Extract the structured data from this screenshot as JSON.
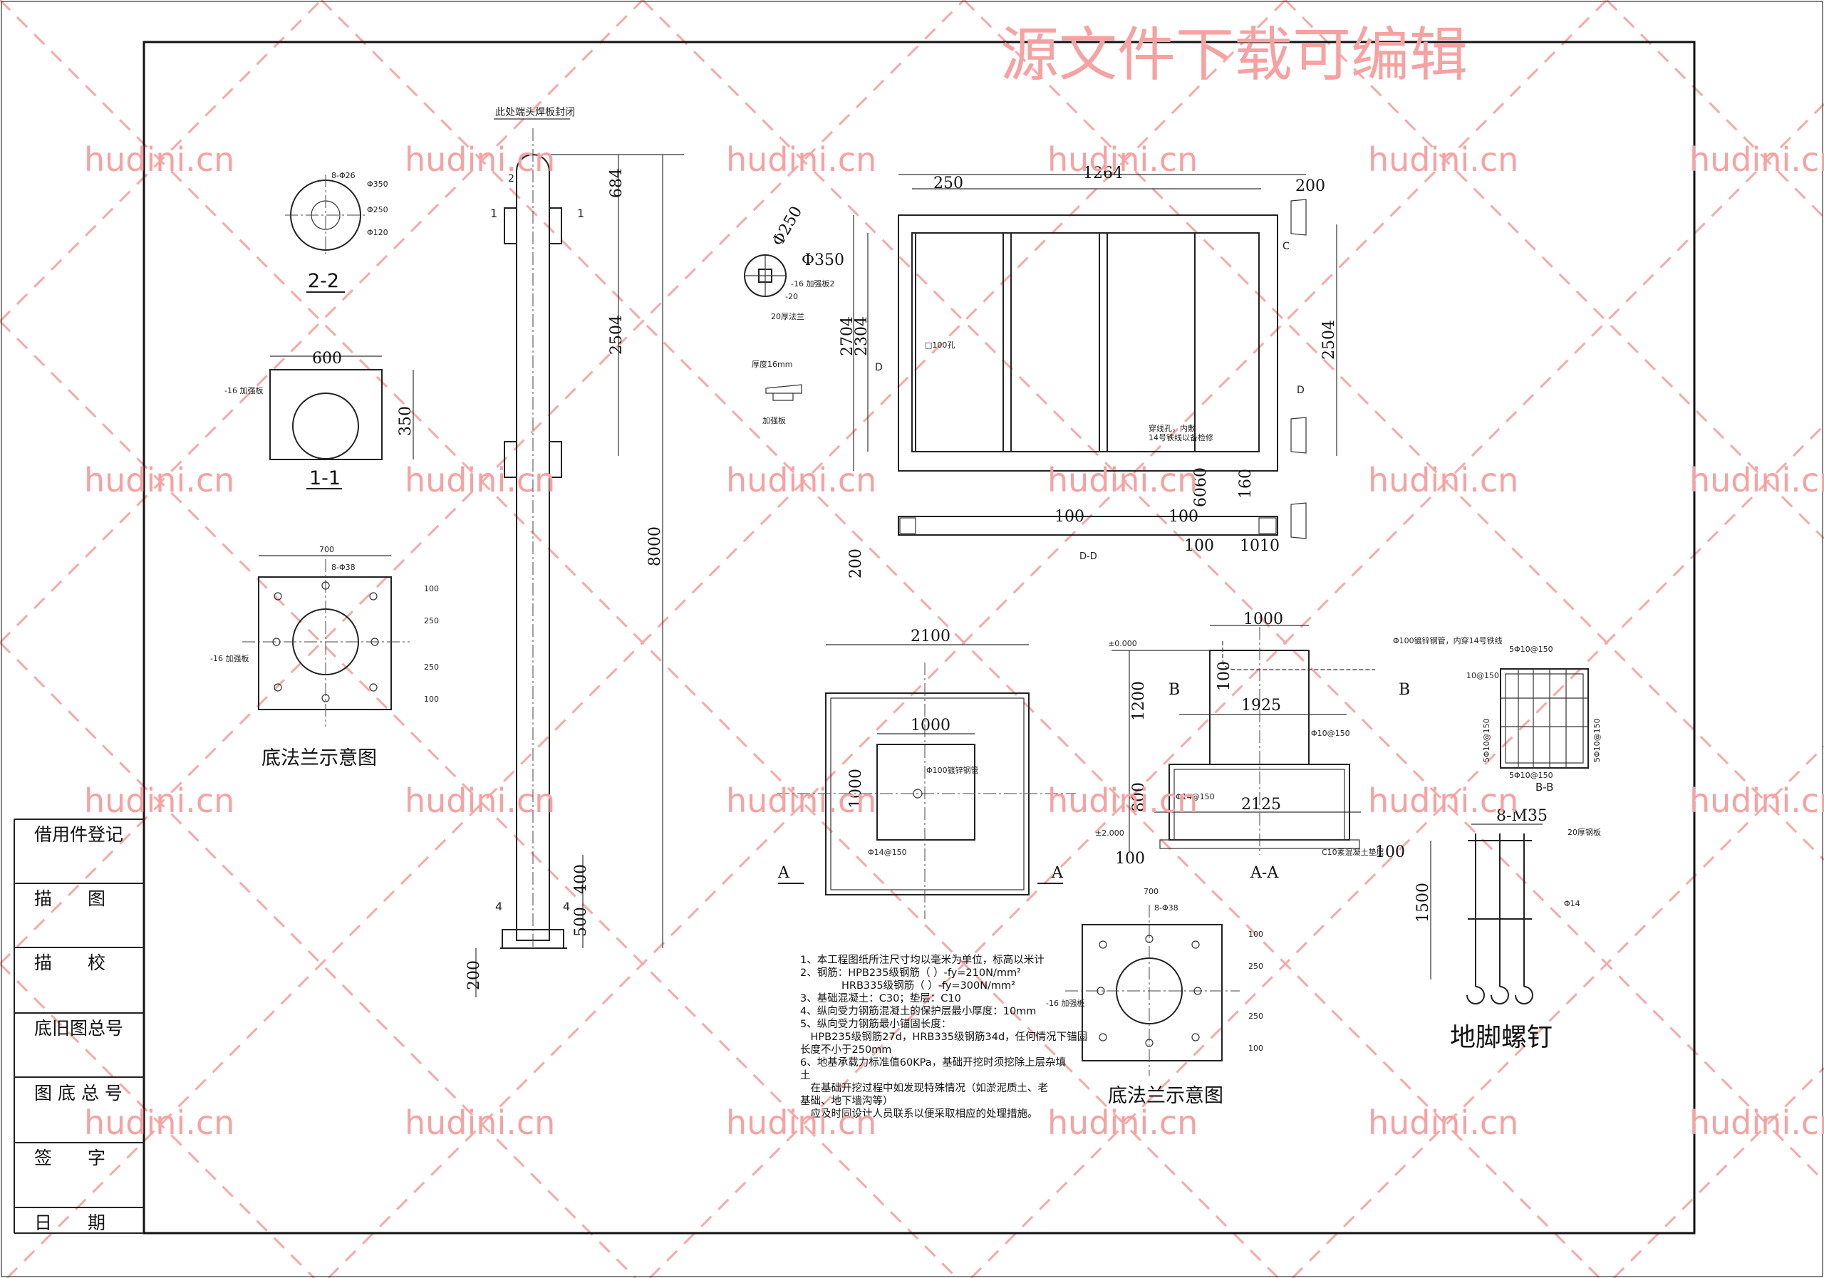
{
  "watermark": {
    "top_text": "源文件下载可编辑",
    "site": "hudini.cn",
    "color": "#f6a2a2"
  },
  "title_block": [
    "借用件登记",
    "描　　图",
    "描　　校",
    "底旧图总号",
    "图 底 总 号",
    "签　　字",
    "日　　期"
  ],
  "section_2_2": {
    "label": "2-2",
    "dims": [
      "Φ250",
      "Φ350",
      "Φ120",
      "8-Φ26"
    ]
  },
  "section_1_1": {
    "label": "1-1",
    "width": "600",
    "height": "350",
    "note": "-16 加强板"
  },
  "base_flange_1": {
    "label": "底法兰示意图",
    "size": "700",
    "holes": "8-Φ38",
    "note": "-16 加强板",
    "dims": [
      "100",
      "250",
      "250",
      "100"
    ]
  },
  "pole": {
    "note": "此处端头焊板封闭",
    "dims": {
      "top": "684",
      "mid": "2504",
      "total": "8000",
      "d400": "400",
      "d500": "500",
      "d200": "200",
      "weld": "4"
    },
    "section_marks": [
      "1",
      "2"
    ]
  },
  "flange_detail": {
    "d250": "Φ250",
    "d350": "Φ350",
    "rib": "-16 加强板2",
    "plate": "-20",
    "label": "20厚法兰",
    "thickness": "厚度16mm",
    "rib_label": "加强板"
  },
  "frame_plan": {
    "width": "1264",
    "left": "250",
    "right": "200",
    "h1": "2704",
    "h2": "2304",
    "h3": "2504",
    "hole_note": "□100孔",
    "wire_note": [
      "穿线孔，内敷",
      "14号铁线以备检修"
    ],
    "marks": [
      "C",
      "D"
    ]
  },
  "section_d_d": {
    "label": "D-D",
    "dims": [
      "100",
      "100",
      "6060",
      "160",
      "100",
      "1010",
      "200"
    ]
  },
  "foundation_plan": {
    "outer": "2100",
    "inner": "1000",
    "inner_h": "1000",
    "rebar": "Φ14@150",
    "pipe": "Φ100镀锌钢管",
    "marks": [
      "A",
      "A"
    ]
  },
  "notes": [
    "1、本工程图纸所注尺寸均以毫米为单位，标高以米计",
    "2、钢筋：HPB235级钢筋（ ）-fy=210N/mm²",
    "　　　　HRB335级钢筋（ ）-fy=300N/mm²",
    "3、基础混凝土：C30；垫层：C10",
    "4、纵向受力钢筋混凝土的保护层最小厚度：10mm",
    "5、纵向受力钢筋最小锚固长度：",
    "　HPB235级钢筋27d，HRB335级钢筋34d，任何情况下锚固",
    "长度不小于250mm",
    "6、地基承载力标准值60KPa，基础开挖时须挖除上层杂填",
    "土",
    "　在基础开挖过程中如发现特殊情况（如淤泥质土、老",
    "基础、地下墙沟等）",
    "　应及时同设计人员联系以便采取相应的处理措施。"
  ],
  "section_a_a": {
    "label": "A-A",
    "top": "1000",
    "mid": "1925",
    "bottom": "2125",
    "h1200": "1200",
    "h800": "800",
    "h100": "100",
    "h100b": "100",
    "side": "100",
    "level_top": "±0.000",
    "level_bot": "±2.000",
    "rebar_top": "Φ10@150",
    "rebar_bot": "Φ14@150",
    "pipe_note": "Φ100镀锌钢管，内穿14号铁线",
    "mark_b": "B",
    "pad": "C10素混凝土垫层"
  },
  "section_b_b": {
    "label": "B-B",
    "top": "5Φ10@150",
    "bottom": "5Φ10@150",
    "left": "10@150",
    "side": "5Φ10@150"
  },
  "anchor_bolt": {
    "label": "地脚螺钉",
    "spec": "8-M35",
    "length": "1500",
    "rebar": "Φ14",
    "plate": "20厚钢板"
  },
  "base_flange_2": {
    "label": "底法兰示意图",
    "size": "700",
    "holes": "8-Φ38",
    "dims": [
      "100",
      "250",
      "250",
      "100"
    ],
    "note": "-16 加强板"
  }
}
